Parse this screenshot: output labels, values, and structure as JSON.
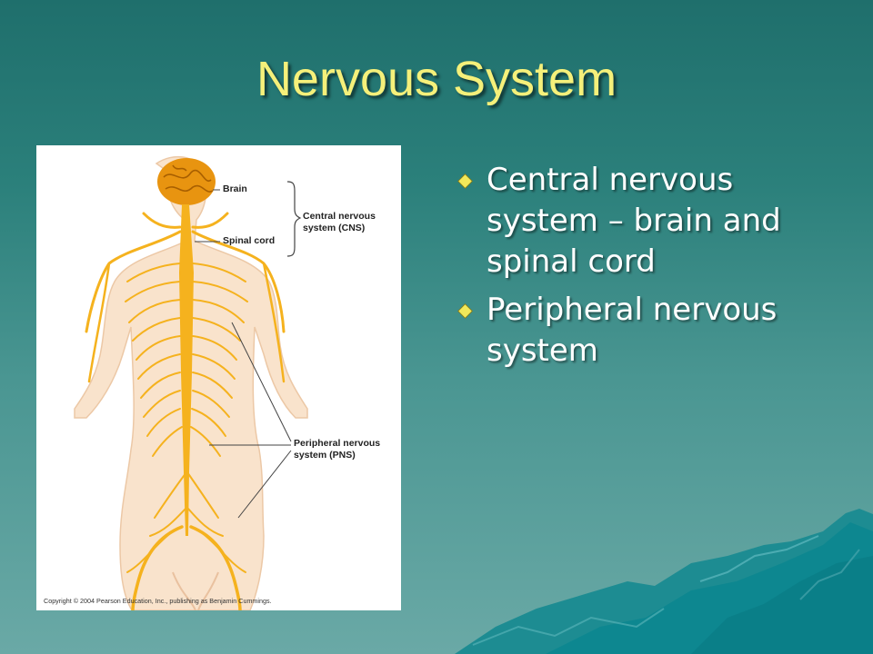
{
  "slide": {
    "title": "Nervous System",
    "colors": {
      "background_top": "#1f6f6c",
      "background_bottom": "#6aa9a6",
      "title": "#f5f07a",
      "body_text": "#ffffff",
      "bullet": "#f2e85a",
      "nerves": "#f5b21e",
      "brain": "#e89410",
      "skin": "#f9e3cc"
    },
    "bullet_icon": "diamond-bullet-icon",
    "bullets": [
      {
        "text": "Central nervous system – brain and spinal cord"
      },
      {
        "text": "Peripheral nervous system"
      }
    ]
  },
  "figure": {
    "labels": {
      "brain": "Brain",
      "spinal_cord": "Spinal cord",
      "cns_line1": "Central nervous",
      "cns_line2": "system (CNS)",
      "pns_line1": "Peripheral nervous",
      "pns_line2": "system (PNS)"
    },
    "copyright": "Copyright © 2004 Pearson Education, Inc., publishing as Benjamin Cummings."
  }
}
